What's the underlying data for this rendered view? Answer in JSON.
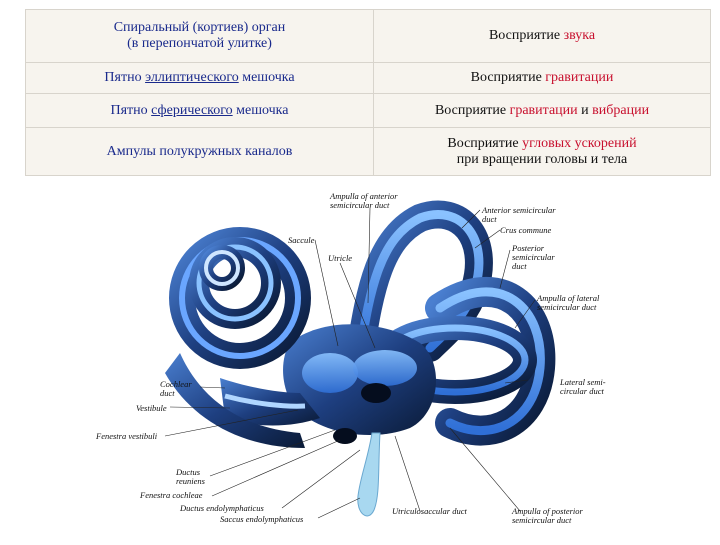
{
  "table": {
    "rows": [
      {
        "organ_line1": "Спиральный (кортиев) орган",
        "organ_line2": "(в перепончатой улитке)",
        "function_prefix": "Восприятие ",
        "function_hl": "звука",
        "function_line2": ""
      },
      {
        "organ_pre": "Пятно ",
        "organ_ul": "эллиптического",
        "organ_post": " мешочка",
        "function_prefix": "Восприятие ",
        "function_hl": "гравитации"
      },
      {
        "organ_pre": "Пятно ",
        "organ_ul": "сферического",
        "organ_post": " мешочка",
        "function_prefix": "Восприятие ",
        "function_hl": "гравитации",
        "function_mid": " и ",
        "function_hl2": "вибрации"
      },
      {
        "organ": "Ампулы полукружных каналов",
        "function_prefix": "Восприятие ",
        "function_hl": "угловых ускорений",
        "function_line2": "при вращении головы и тела"
      }
    ]
  },
  "diagram": {
    "labels": {
      "ampulla_anterior": "Ampulla of anterior\nsemicircular duct",
      "anterior_duct": "Anterior semicircular\nduct",
      "crus_commune": "Crus commune",
      "posterior_duct": "Posterior\nsemicircular\nduct",
      "ampulla_lateral": "Ampulla of lateral\nsemicircular duct",
      "saccule": "Saccule",
      "utricle": "Utricle",
      "cochlear_duct": "Cochlear\nduct",
      "vestibule": "Vestibule",
      "fenestra_vestibuli": "Fenestra vestibuli",
      "ductus_reuniens": "Ductus\nreuniens",
      "fenestra_cochleae": "Fenestra cochleae",
      "ductus_endolymphaticus": "Ductus endolymphaticus",
      "saccus_endolymphaticus": "Saccus endolymphaticus",
      "utriculosaccular_duct": "Utriculosaccular duct",
      "ampulla_posterior": "Ampulla of posterior\nsemicircular duct",
      "lateral_duct": "Lateral semi-\ncircular duct"
    },
    "colors": {
      "membranous_blue": "#2f6fd6",
      "bony_dark": "#0d1f3c",
      "fluid_light": "#a8d8f0",
      "highlight_red": "#c8102e",
      "organ_blue_text": "#1a2a8c"
    }
  }
}
